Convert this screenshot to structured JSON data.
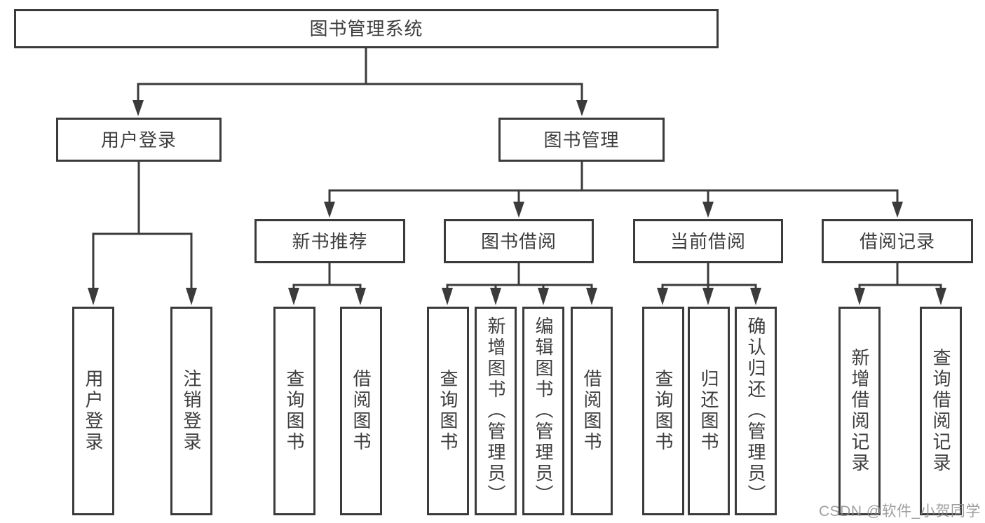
{
  "diagram": {
    "type": "hierarchy-tree",
    "title": "图书管理系统",
    "colors": {
      "line": "#3b3b3b",
      "box_border": "#3b3b3b",
      "box_fill": "#ffffff",
      "text": "#3d3d3d",
      "watermark_text": "#8f8f8f"
    },
    "nodes": {
      "root": {
        "label": "图书管理系统",
        "level": 1
      },
      "user_login": {
        "label": "用户登录",
        "level": 2,
        "parent": "root"
      },
      "book_mgmt": {
        "label": "图书管理",
        "level": 2,
        "parent": "root"
      },
      "login_user": {
        "label": "用户登录",
        "level": 4,
        "parent": "user_login"
      },
      "login_logout": {
        "label": "注销登录",
        "level": 4,
        "parent": "user_login"
      },
      "new_book_rec": {
        "label": "新书推荐",
        "level": 3,
        "parent": "book_mgmt"
      },
      "book_borrow": {
        "label": "图书借阅",
        "level": 3,
        "parent": "book_mgmt"
      },
      "current_borrow": {
        "label": "当前借阅",
        "level": 3,
        "parent": "book_mgmt"
      },
      "borrow_records": {
        "label": "借阅记录",
        "level": 3,
        "parent": "book_mgmt"
      },
      "rec_query_books": {
        "label": "查询图书",
        "level": 4,
        "parent": "new_book_rec"
      },
      "rec_borrow_books": {
        "label": "借阅图书",
        "level": 4,
        "parent": "new_book_rec"
      },
      "bb_query_books": {
        "label": "查询图书",
        "level": 4,
        "parent": "book_borrow"
      },
      "bb_add_books": {
        "label": "新增图书（管理员）",
        "level": 4,
        "parent": "book_borrow"
      },
      "bb_edit_books": {
        "label": "编辑图书（管理员）",
        "level": 4,
        "parent": "book_borrow"
      },
      "bb_borrow_books": {
        "label": "借阅图书",
        "level": 4,
        "parent": "book_borrow"
      },
      "cb_query_books": {
        "label": "查询图书",
        "level": 4,
        "parent": "current_borrow"
      },
      "cb_return_books": {
        "label": "归还图书",
        "level": 4,
        "parent": "current_borrow"
      },
      "cb_confirm_return": {
        "label": "确认归还（管理员）",
        "level": 4,
        "parent": "current_borrow"
      },
      "br_add_record": {
        "label": "新增借阅记录",
        "level": 4,
        "parent": "borrow_records"
      },
      "br_query_record": {
        "label": "查询借阅记录",
        "level": 4,
        "parent": "borrow_records"
      }
    },
    "watermark": "CSDN @软件_小贺同学"
  }
}
